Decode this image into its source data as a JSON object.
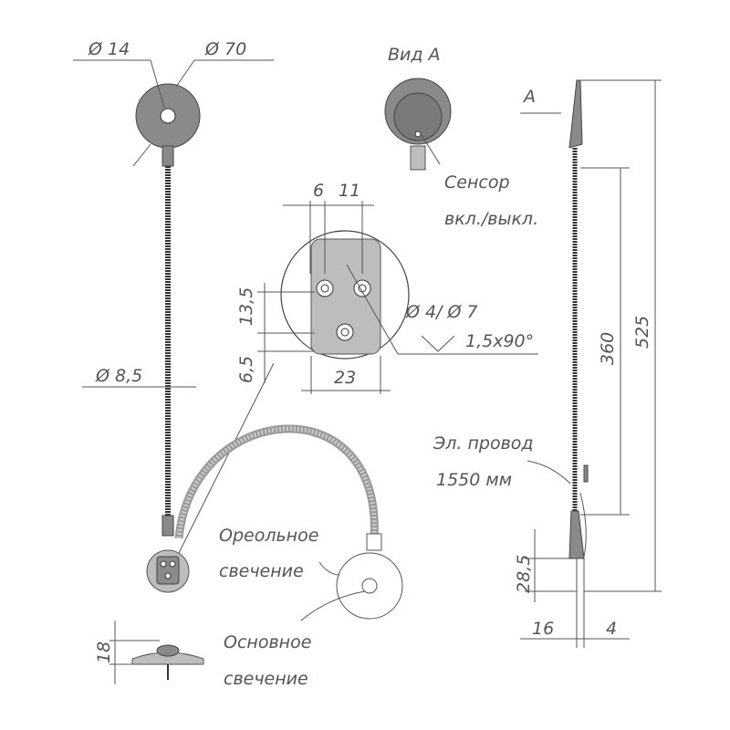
{
  "labels": {
    "dia14": "Ø 14",
    "dia70": "Ø 70",
    "view_a_title": "Вид А",
    "view_a_arrow": "А",
    "sensor_line1": "Сенсор",
    "sensor_line2": "вкл./выкл.",
    "dim_6": "6",
    "dim_11": "11",
    "dim_13_5": "13,5",
    "dim_6_5": "6,5",
    "dim_23": "23",
    "holes": "Ø 4/ Ø 7",
    "countersink": "1,5x90°",
    "dia8_5": "Ø 8,5",
    "dim_360": "360",
    "dim_525": "525",
    "wire_line1": "Эл. провод",
    "wire_line2": "1550 мм",
    "halo_line1": "Ореольное",
    "halo_line2": "свечение",
    "main_line1": "Основное",
    "main_line2": "свечение",
    "dim_28_5": "28,5",
    "dim_16": "16",
    "dim_4": "4",
    "dim_18": "18"
  },
  "colors": {
    "line": "#555555",
    "part": "#8a8a8a"
  }
}
